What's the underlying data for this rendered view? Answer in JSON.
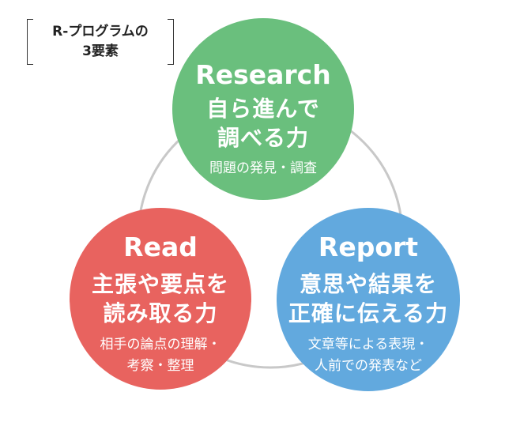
{
  "label": {
    "line1": "R-プログラムの",
    "line2": "3要素"
  },
  "colors": {
    "research": "#6abf7d",
    "read": "#e8635f",
    "report": "#62a9de",
    "ring": "#c8c8c8"
  },
  "research": {
    "title": "Research",
    "main1": "自ら進んで",
    "main2": "調べる力",
    "sub1": "問題の発見・調査"
  },
  "read": {
    "title": "Read",
    "main1": "主張や要点を",
    "main2": "読み取る力",
    "sub1": "相手の論点の理解・",
    "sub2": "考察・整理"
  },
  "report": {
    "title": "Report",
    "main1": "意思や結果を",
    "main2": "正確に伝える力",
    "sub1": "文章等による表現・",
    "sub2": "人前での発表など"
  }
}
